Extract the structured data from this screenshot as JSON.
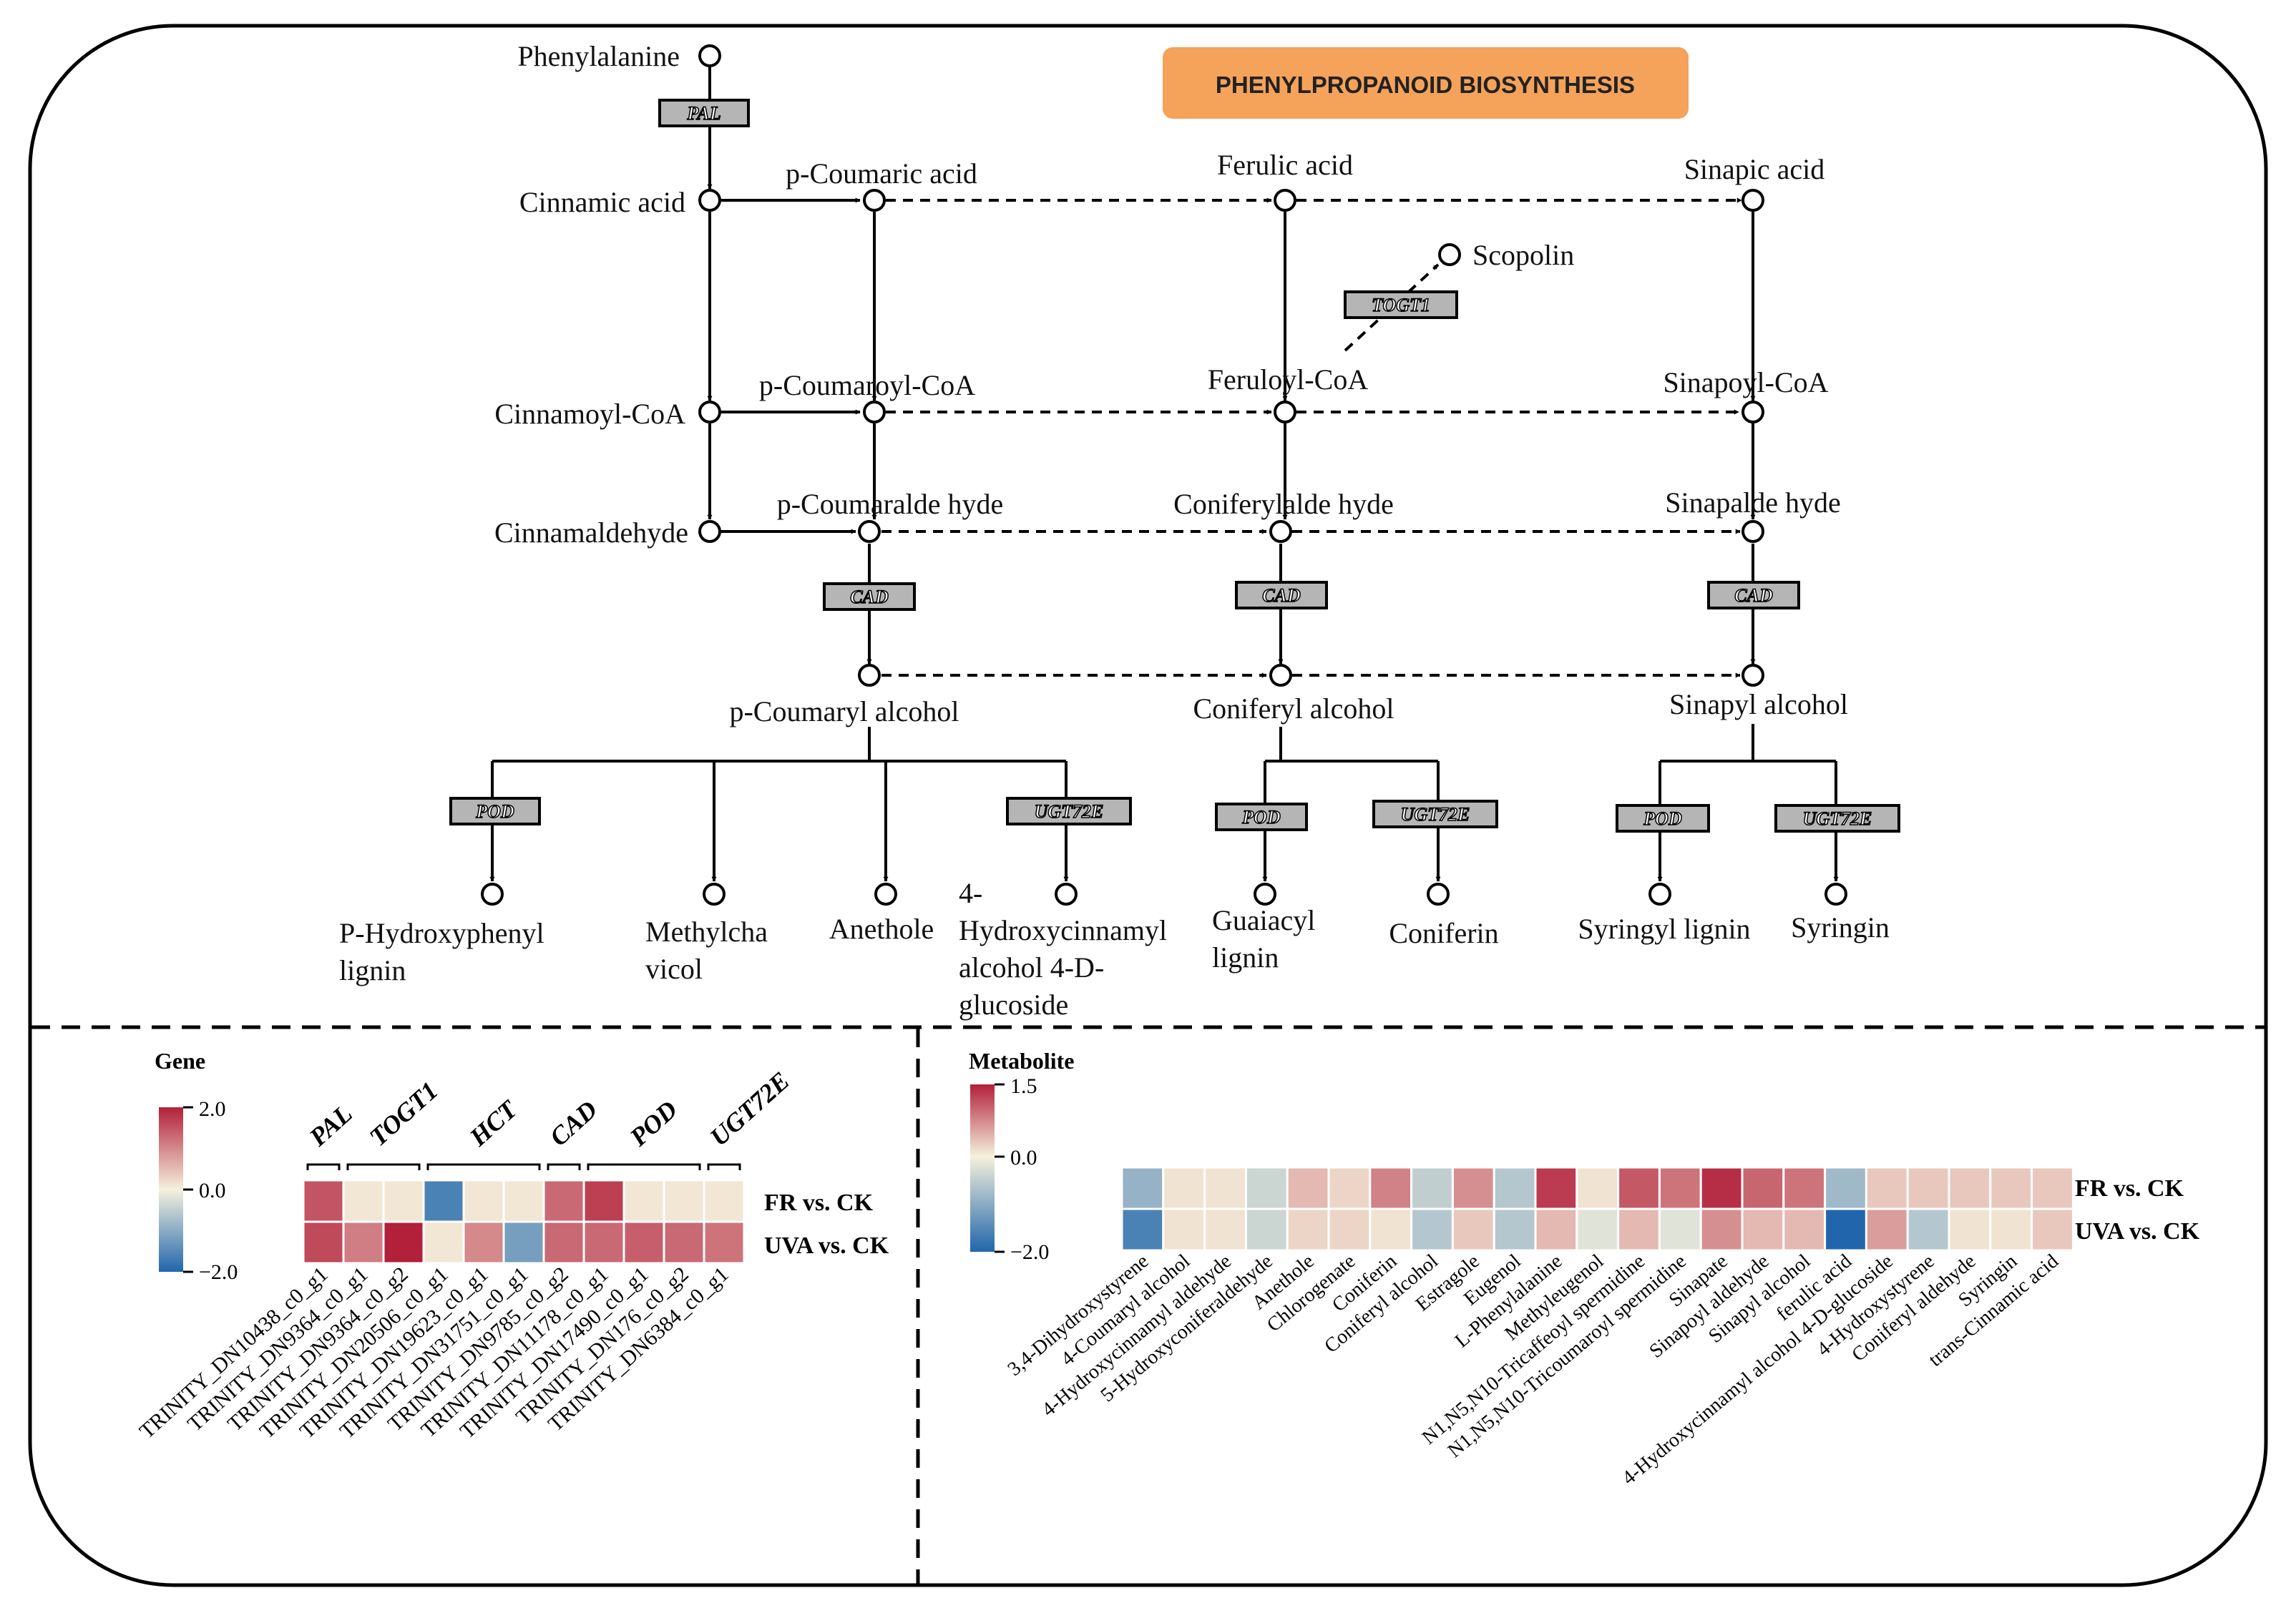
{
  "title": "PHENYLPROPANOID BIOSYNTHESIS",
  "colors": {
    "title_box": "#F5A25A",
    "enzyme_box": "#B5B5B5",
    "heat_high": "#B2203A",
    "heat_mid": "#F5F1DC",
    "heat_low": "#2166AC"
  },
  "compounds": {
    "phenylalanine": "Phenylalanine",
    "cinnamic_acid": "Cinnamic acid",
    "p_coumaric_acid": "p-Coumaric acid",
    "ferulic_acid": "Ferulic acid",
    "sinapic_acid": "Sinapic acid",
    "scopolin": "Scopolin",
    "cinnamoyl_coa": "Cinnamoyl-CoA",
    "p_coumaroyl_coa": "p-Coumaroyl-CoA",
    "feruloyl_coa": "Feruloyl-CoA",
    "sinapoyl_coa": "Sinapoyl-CoA",
    "cinnamaldehyde": "Cinnamaldehyde",
    "p_coumaraldehyde": "p-Coumaralde hyde",
    "coniferylaldehyde": "Coniferylalde hyde",
    "sinapaldehyde": "Sinapalde hyde",
    "p_coumaryl_alcohol": "p-Coumaryl alcohol",
    "coniferyl_alcohol": "Coniferyl alcohol",
    "sinapyl_alcohol": "Sinapyl alcohol",
    "p_hydroxyphenyl_lignin": [
      "P-Hydroxyphenyl",
      "lignin"
    ],
    "methylchavicol": [
      "Methylcha",
      "vicol"
    ],
    "anethole": "Anethole",
    "hydroxycinnamyl_glucoside": [
      "4-",
      "Hydroxycinnamyl",
      "alcohol 4-D-",
      "glucoside"
    ],
    "guaiacyl_lignin": [
      "Guaiacyl",
      "lignin"
    ],
    "coniferin": "Coniferin",
    "syringyl_lignin": "Syringyl lignin",
    "syringin": "Syringin"
  },
  "enzymes": {
    "pal": "PAL",
    "togt1": "TOGT1",
    "cad": "CAD",
    "pod": "POD",
    "ugt72e": "UGT72E"
  },
  "gene_heatmap": {
    "title": "Gene",
    "scale": {
      "max": 2.0,
      "mid": 0.0,
      "min": -2.0,
      "max_label": "2.0",
      "mid_label": "0.0",
      "min_label": "−2.0"
    },
    "groups": [
      "PAL",
      "TOGT1",
      "HCT",
      "CAD",
      "POD",
      "UGT72E"
    ],
    "row_labels": [
      "FR vs. CK",
      "UVA vs. CK"
    ],
    "genes": [
      "TRINITY_DN10438_c0_g1",
      "TRINITY_DN9364_c0_g1",
      "TRINITY_DN9364_c0_g2",
      "TRINITY_DN20506_c0_g1",
      "TRINITY_DN19623_c0_g1",
      "TRINITY_DN31751_c0_g1",
      "TRINITY_DN9785_c0_g2",
      "TRINITY_DN11178_c0_g1",
      "TRINITY_DN17490_c0_g1",
      "TRINITY_DN176_c0_g2",
      "TRINITY_DN6384_c0_g1"
    ],
    "values": [
      [
        1.5,
        0.1,
        0.1,
        -1.6,
        0.1,
        0.1,
        1.3,
        1.7,
        0.1,
        0.1,
        0.1
      ],
      [
        1.6,
        1.1,
        2.0,
        0.1,
        1.0,
        -1.2,
        1.3,
        1.3,
        1.4,
        1.3,
        1.2
      ]
    ]
  },
  "metabolite_heatmap": {
    "title": "Metabolite",
    "scale": {
      "max": 1.5,
      "mid": 0.0,
      "min": -2.0,
      "max_label": "1.5",
      "mid_label": "0.0",
      "min_label": "−2.0"
    },
    "row_labels": [
      "FR vs. CK",
      "UVA vs. CK"
    ],
    "metabolites": [
      "3,4-Dihydroxystyrene",
      "4-Coumaryl alcohol",
      "4-Hydroxycinnamyl aldehyde",
      "5-Hydroxyconiferaldehyde",
      "Anethole",
      "Chlorogenate",
      "Coniferin",
      "Coniferyl alcohol",
      "Estragole",
      "Eugenol",
      "L-Phenylalanine",
      "Methyleugenol",
      "N1,N5,N10-Tricaffeoyl spermidine",
      "N1,N5,N10-Tricoumaroyl spermidine",
      "Sinapate",
      "Sinapoyl aldehyde",
      "Sinapyl alcohol",
      "ferulic acid",
      "4-Hydroxycinnamyl alcohol 4-D-glucoside",
      "4-Hydroxystyrene",
      "Coniferyl aldehyde",
      "Syringin",
      "trans-Cinnamic acid"
    ],
    "values": [
      [
        -0.9,
        0.1,
        0.1,
        -0.4,
        0.4,
        0.2,
        0.8,
        -0.5,
        0.7,
        -0.6,
        1.3,
        0.1,
        1.1,
        0.9,
        1.4,
        1.0,
        0.9,
        -0.8,
        0.3,
        0.3,
        0.3,
        0.3,
        0.3
      ],
      [
        -1.6,
        0.1,
        0.1,
        -0.4,
        0.2,
        0.2,
        0.1,
        -0.6,
        0.3,
        -0.6,
        0.4,
        -0.2,
        0.4,
        -0.2,
        0.7,
        0.4,
        0.4,
        -2.0,
        0.6,
        -0.6,
        0.1,
        0.1,
        0.3
      ]
    ]
  }
}
